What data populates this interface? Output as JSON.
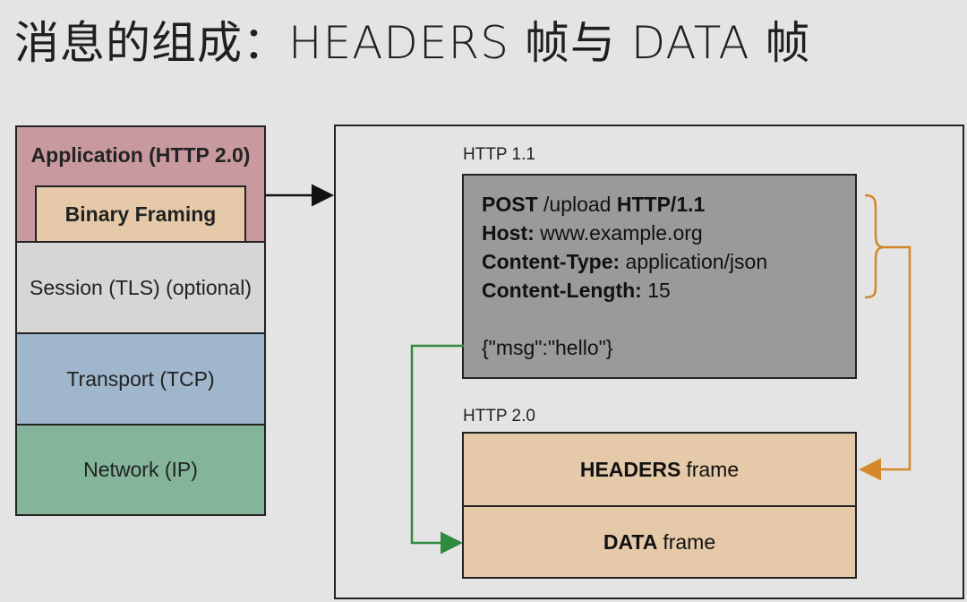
{
  "title": "消息的组成：HEADERS 帧与 DATA 帧",
  "stack": {
    "application": "Application (HTTP 2.0)",
    "binary_framing": "Binary Framing",
    "session": "Session (TLS) (optional)",
    "transport": "Transport (TCP)",
    "network": "Network (IP)"
  },
  "http11": {
    "label": "HTTP 1.1",
    "lines": [
      {
        "key": "POST",
        "value": " /upload ",
        "key2": "HTTP/1.1"
      },
      {
        "key": "Host:",
        "value": " www.example.org"
      },
      {
        "key": "Content-Type:",
        "value": " application/json"
      },
      {
        "key": "Content-Length:",
        "value": " 15"
      }
    ],
    "body": "{\"msg\":\"hello\"}"
  },
  "http20": {
    "label": "HTTP 2.0",
    "headers_frame": {
      "key": "HEADERS",
      "value": "frame"
    },
    "data_frame": {
      "key": "DATA",
      "value": "frame"
    }
  },
  "colors": {
    "orange_arrow": "#d4882a",
    "green_arrow": "#2e8b3e"
  }
}
